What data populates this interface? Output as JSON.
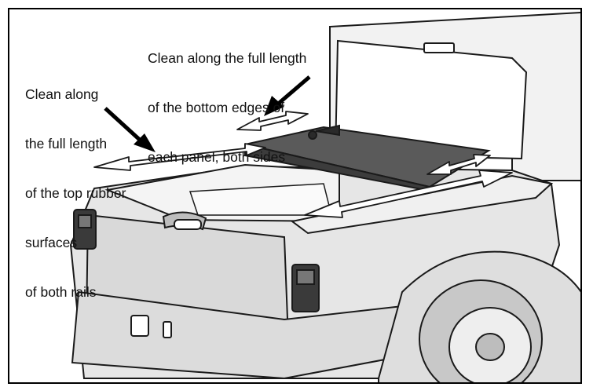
{
  "callouts": {
    "panel_edges": [
      "Clean along the full length",
      "of the bottom edges of",
      "each panel, both sides"
    ],
    "rail_surfaces": [
      "Clean along",
      "the full length",
      "of the top rubber",
      "surfaces",
      "of both rails"
    ]
  },
  "colors": {
    "outline": "#1a1a1a",
    "body_shade": "#e6e6e6",
    "tonneau_cover": "#555555",
    "arrow_fill": "#ffffff"
  }
}
